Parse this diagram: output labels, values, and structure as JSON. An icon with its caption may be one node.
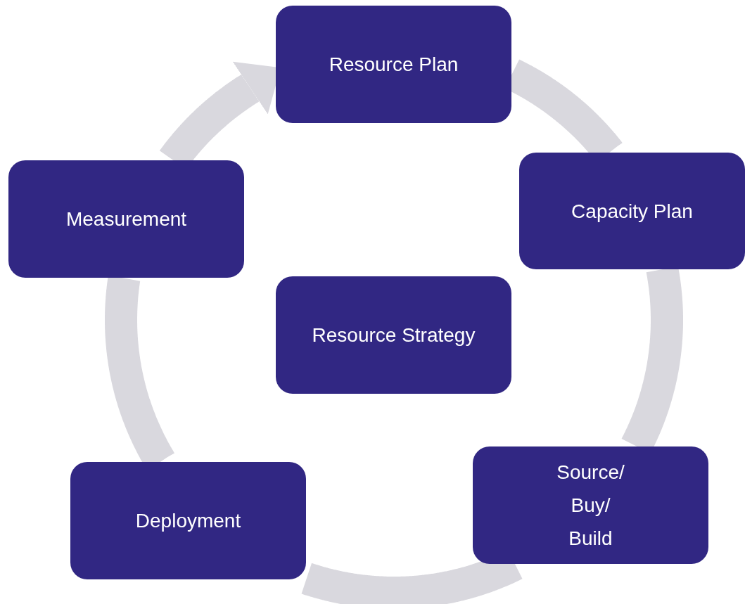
{
  "diagram": {
    "nodes": [
      {
        "text": [
          "Resource Plan"
        ]
      },
      {
        "text": [
          "Capacity Plan"
        ]
      },
      {
        "text": [
          "Source/ Buy/ Build"
        ]
      },
      {
        "text": [
          "Deployment"
        ]
      },
      {
        "text": [
          "Measurement"
        ]
      },
      {
        "text": [
          "Resource Strategy"
        ]
      }
    ],
    "edges": [
      {
        "from": 0,
        "to": 1,
        "arrow": "none"
      },
      {
        "from": 1,
        "to": 2,
        "arrow": "none"
      },
      {
        "from": 2,
        "to": 3,
        "arrow": "none"
      },
      {
        "from": 3,
        "to": 4,
        "arrow": "none"
      },
      {
        "from": 4,
        "to": 0,
        "arrow": "to"
      }
    ]
  }
}
